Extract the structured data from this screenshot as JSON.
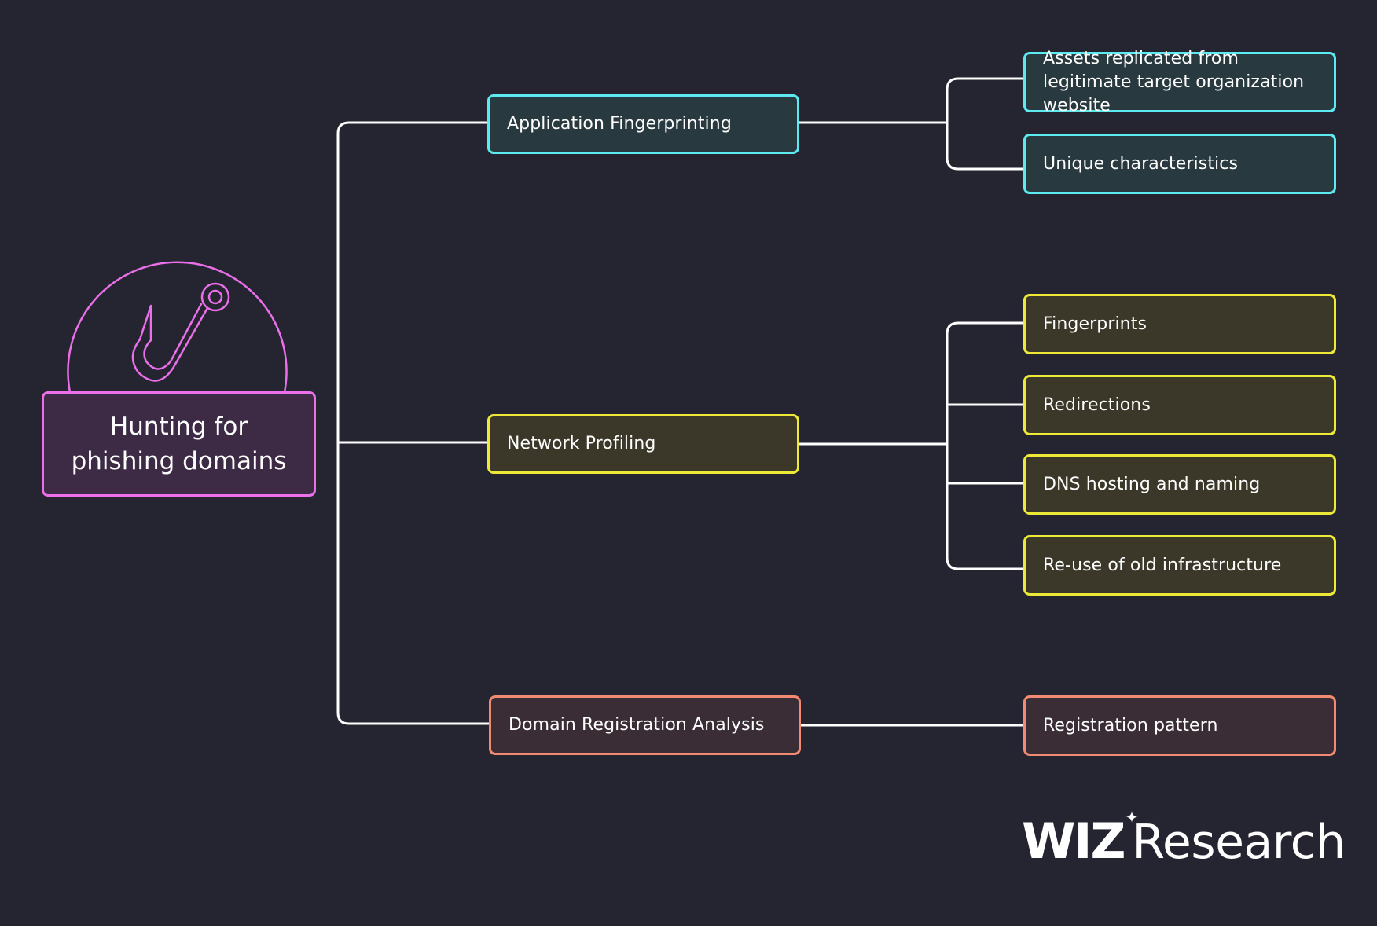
{
  "root": {
    "label": "Hunting for phishing domains",
    "icon": "fishing-hook-icon",
    "color": "#ea6fe8"
  },
  "branches": [
    {
      "id": "application",
      "label": "Application Fingerprinting",
      "color": "#5ce9ef",
      "children": [
        "Assets replicated from legitimate target organization website",
        "Unique characteristics"
      ]
    },
    {
      "id": "network",
      "label": "Network Profiling",
      "color": "#ecea37",
      "children": [
        "Fingerprints",
        "Redirections",
        "DNS hosting and naming",
        "Re-use of old infrastructure"
      ]
    },
    {
      "id": "domain",
      "label": "Domain Registration Analysis",
      "color": "#f18a70",
      "children": [
        "Registration pattern"
      ]
    }
  ],
  "brand": {
    "primary": "WIZ",
    "secondary": "Research",
    "spark_icon": "sparkle-icon"
  },
  "colors": {
    "background": "#252431",
    "connector": "#ffffff"
  }
}
